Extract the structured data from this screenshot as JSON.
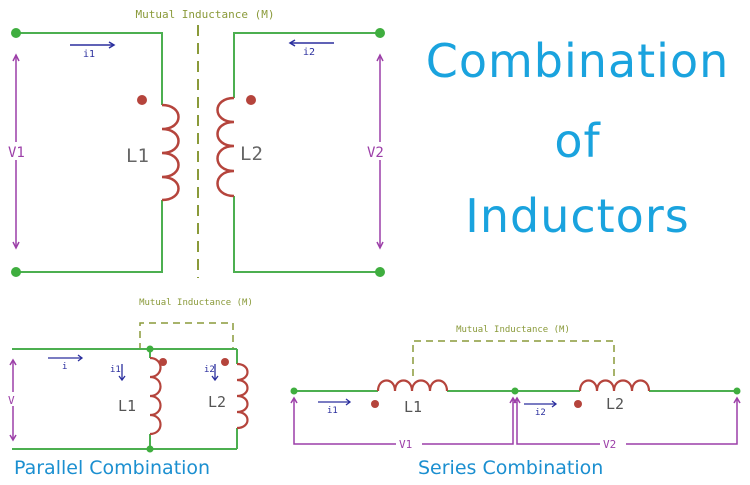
{
  "title": {
    "line1": "Combination",
    "line2": "of",
    "line3": "Inductors"
  },
  "top_circuit": {
    "mutual_label": "Mutual Inductance (M)",
    "i1": "i1",
    "i2": "i2",
    "v1": "V1",
    "v2": "V2",
    "l1": "L1",
    "l2": "L2"
  },
  "parallel": {
    "mutual_label": "Mutual Inductance (M)",
    "i": "i",
    "i1": "i1",
    "i2": "i2",
    "v": "V",
    "l1": "L1",
    "l2": "L2",
    "caption": "Parallel Combination"
  },
  "series": {
    "mutual_label": "Mutual Inductance (M)",
    "i1": "i1",
    "i2": "i2",
    "v1": "V1",
    "v2": "V2",
    "l1": "L1",
    "l2": "L2",
    "caption": "Series Combination"
  },
  "colors": {
    "wire": "#4caf50",
    "node": "#3fae3f",
    "coil": "#b5443c",
    "dot": "#b5443c",
    "voltage": "#9c3fa8",
    "current": "#2b2f9e",
    "mutual": "#8a9a3a",
    "title": "#1aa3de"
  }
}
